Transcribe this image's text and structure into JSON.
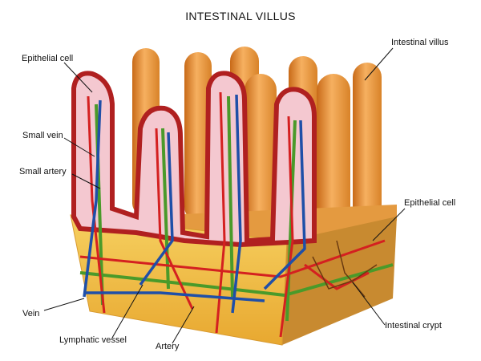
{
  "title": "INTESTINAL VILLUS",
  "labels": {
    "epithelial_cell_left": "Epithelial cell",
    "intestinal_villus": "Intestinal villus",
    "small_vein": "Small vein",
    "small_artery": "Small artery",
    "epithelial_cell_right": "Epithelial cell",
    "vein": "Vein",
    "lymphatic_vessel": "Lymphatic vessel",
    "artery": "Artery",
    "intestinal_crypt": "Intestinal crypt"
  },
  "colors": {
    "villus_orange": "#f0a040",
    "tissue_pink": "#f4c8d0",
    "wall_red": "#b02020",
    "base_yellow": "#f2c24a",
    "vein_blue": "#1f4fa8",
    "artery_red": "#d42020",
    "lymph_green": "#4a9a2a"
  }
}
